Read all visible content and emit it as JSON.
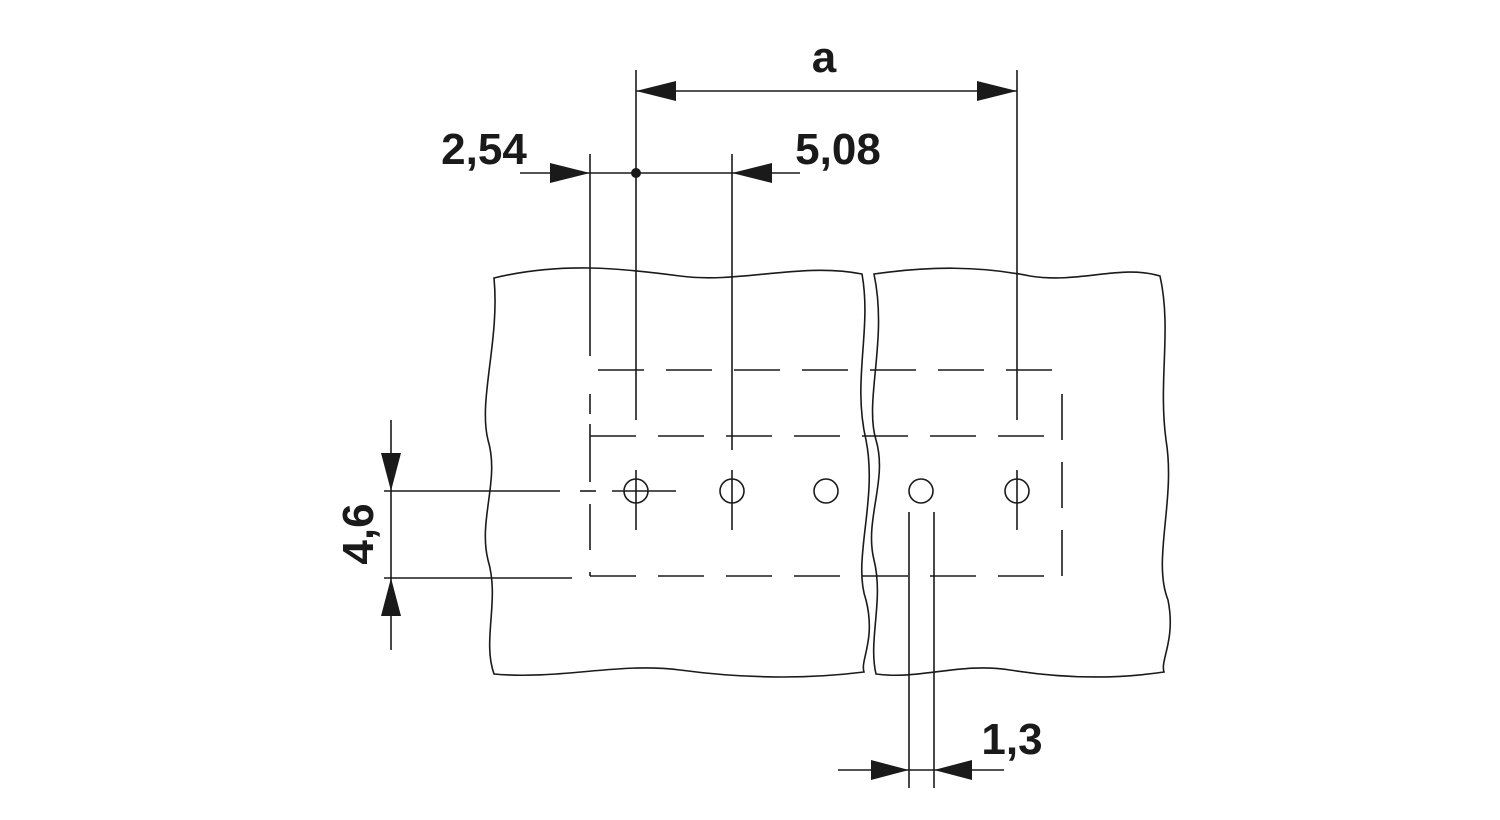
{
  "drawing": {
    "dimensions": {
      "overall": "a",
      "offset": "2,54",
      "pitch": "5,08",
      "row_distance": "4,6",
      "hole_diameter": "1,3"
    },
    "hole_count": 5,
    "colors": {
      "line": "#1a1a1a",
      "background": "#ffffff"
    }
  }
}
